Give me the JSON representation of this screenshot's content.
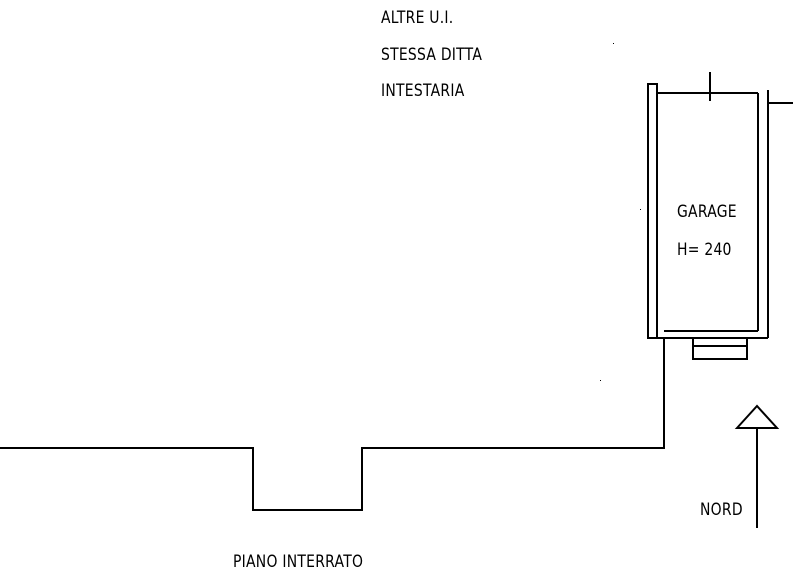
{
  "labels": {
    "other_units_line1": "ALTRE U.I.",
    "other_units_line2": "STESSA DITTA",
    "other_units_line3": "INTESTARIA",
    "room_name": "GARAGE",
    "room_height": "H= 240",
    "north": "NORD",
    "floor_name": "PIANO INTERRATO"
  }
}
